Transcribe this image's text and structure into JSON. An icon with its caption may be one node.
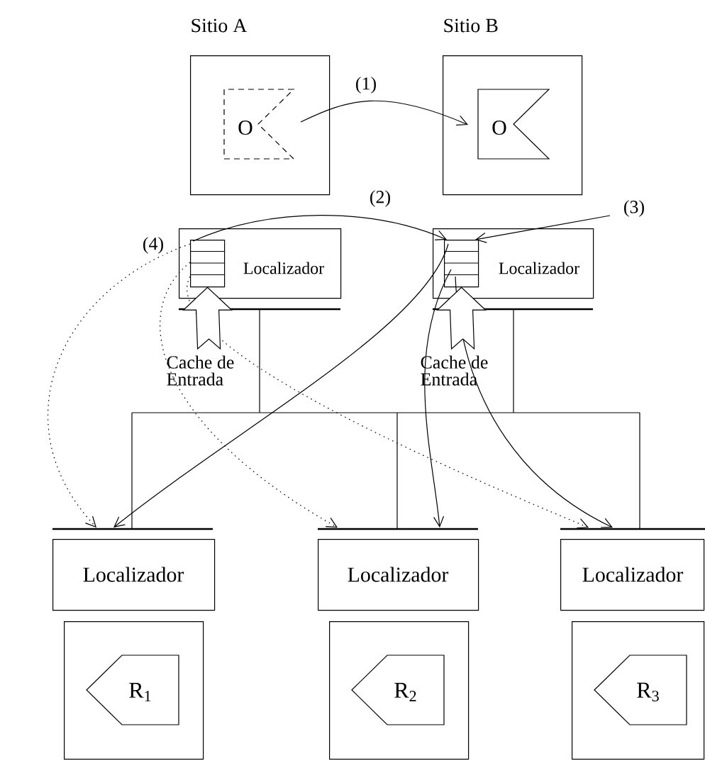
{
  "diagram": {
    "nodes": [
      {
        "text": [
          "Sitio A"
        ]
      },
      {
        "text": [
          "Sitio B"
        ]
      },
      {
        "text": [
          "O"
        ],
        "in": 0
      },
      {
        "text": [
          "O"
        ],
        "in": 1
      },
      {
        "text": [
          "Localizador"
        ]
      },
      {
        "text": [],
        "shape": "box",
        "in": 4
      },
      {
        "text": [
          "Localizador"
        ]
      },
      {
        "text": [],
        "shape": "box",
        "in": 6
      },
      {
        "text": [
          "Localizador"
        ]
      },
      {
        "text": [
          "Localizador"
        ]
      },
      {
        "text": [
          "Localizador"
        ]
      },
      {
        "text": [],
        "shape": "box"
      },
      {
        "text": [
          "R$_{1}$"
        ],
        "in": 11
      },
      {
        "text": [],
        "shape": "box"
      },
      {
        "text": [
          "R$_{2}$"
        ],
        "in": 13
      },
      {
        "text": [],
        "shape": "box"
      },
      {
        "text": [
          "R$_{3}$"
        ],
        "in": 15
      },
      {
        "text": [
          "Cache de Entrada"
        ]
      },
      {
        "text": [
          "Cache de Entrada"
        ]
      }
    ],
    "edges": [
      {
        "from": 2,
        "to": 3,
        "arrow": "to",
        "label": "(1)"
      },
      {
        "from": 5,
        "to": 7,
        "arrow": "to",
        "label": "(2)"
      },
      {
        "from": null,
        "to": 7,
        "arrow": "to",
        "label": "(3)"
      },
      {
        "from": 5,
        "to": 8,
        "arrow": "to",
        "style": "dashed",
        "label": "(4)"
      },
      {
        "from": 5,
        "to": 9,
        "arrow": "to",
        "style": "dashed"
      },
      {
        "from": 5,
        "to": 10,
        "arrow": "to",
        "style": "dashed"
      },
      {
        "from": 7,
        "to": 8,
        "arrow": "to"
      },
      {
        "from": 7,
        "to": 9,
        "arrow": "to"
      },
      {
        "from": 7,
        "to": 10,
        "arrow": "to"
      },
      {
        "from": 17,
        "to": 5,
        "arrow": "to"
      },
      {
        "from": 18,
        "to": 7,
        "arrow": "to"
      }
    ]
  }
}
